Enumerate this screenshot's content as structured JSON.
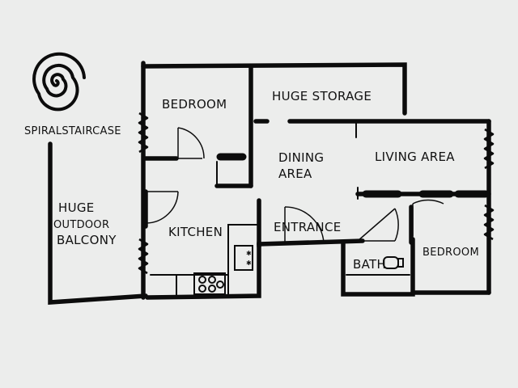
{
  "labels": {
    "spiral_staircase": "SPIRALSTAIRCASE",
    "bedroom_top": "BEDROOM",
    "huge_storage": "HUGE STORAGE",
    "dining_area_1": "DINING",
    "dining_area_2": "AREA",
    "living_area": "LIVING AREA",
    "balcony_1": "HUGE",
    "balcony_2": "OUTDOOR",
    "balcony_3": "BALCONY",
    "kitchen": "KITCHEN",
    "entrance": "ENTRANCE",
    "bath": "BATH",
    "bedroom_bottom": "BEDROOM"
  }
}
